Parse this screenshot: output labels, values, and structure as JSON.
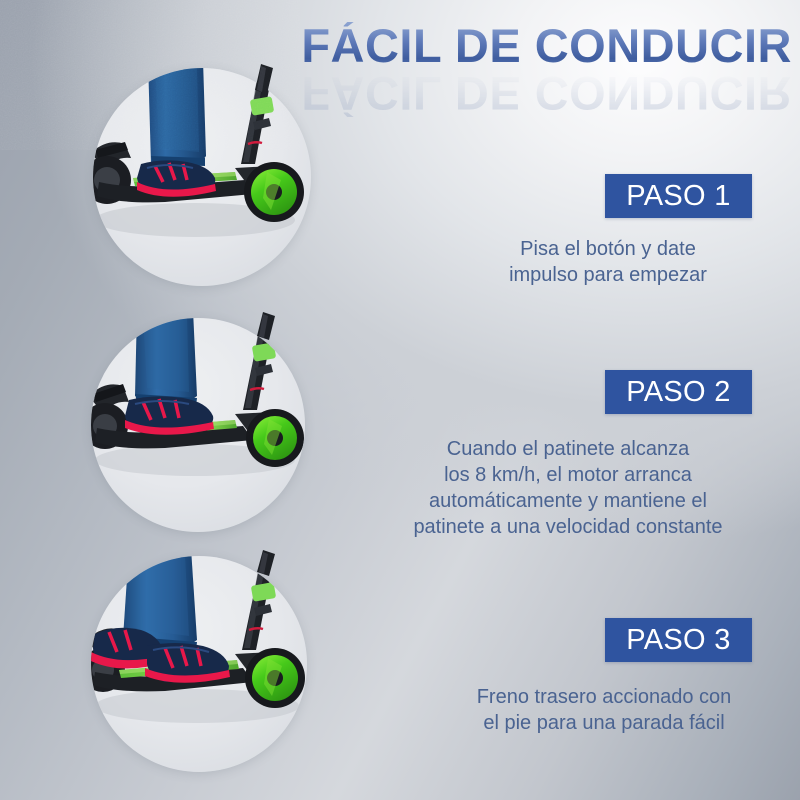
{
  "page": {
    "title": "FÁCIL DE CONDUCIR",
    "language": "es",
    "background": {
      "type": "diagonal-gray-gradient",
      "dark": "#9aa1ad",
      "light": "#fdfdfe",
      "grain": true
    }
  },
  "header": {
    "title": "FÁCIL DE CONDUCIR",
    "title_color": "#5d79b8",
    "has_reflection": true
  },
  "theme": {
    "badge_bg": "#2f54a0",
    "badge_text": "#ffffff",
    "body_text": "#4a6391",
    "circle_bg": "#e6e8ec",
    "accent_green": "#7ed957",
    "accent_red": "#e8184a"
  },
  "steps": [
    {
      "badge_label": "PASO 1",
      "description_lines": [
        "Pisa el botón y date",
        "impulso para empezar"
      ],
      "photo_alt": "patinete-electrico-pie-empujando"
    },
    {
      "badge_label": "PASO 2",
      "description_lines": [
        "Cuando el patinete alcanza",
        "los 8 km/h, el motor arranca",
        "automáticamente y mantiene el",
        "patinete a una velocidad constante"
      ],
      "photo_alt": "patinete-electrico-vista-lateral-rodando"
    },
    {
      "badge_label": "PASO 3",
      "description_lines": [
        "Freno trasero accionado con",
        "el pie para una parada fácil"
      ],
      "photo_alt": "patinete-electrico-freno-trasero-pie"
    }
  ]
}
